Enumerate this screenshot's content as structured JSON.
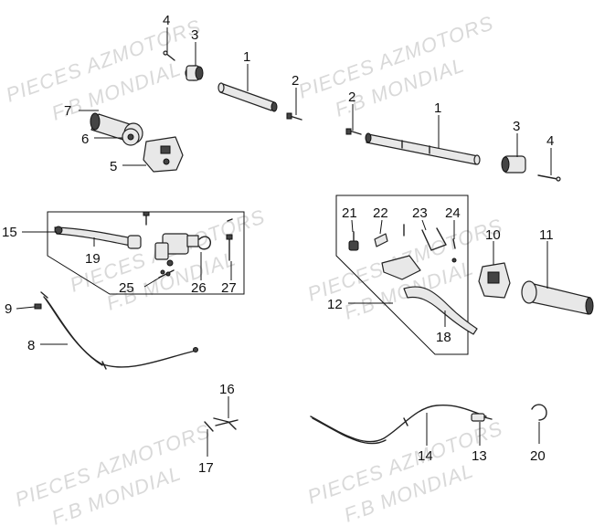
{
  "watermarks": [
    "PIECES AZMOTORS",
    "F.B MONDIAL"
  ],
  "callouts": {
    "c1a": "1",
    "c1b": "1",
    "c2a": "2",
    "c2b": "2",
    "c3a": "3",
    "c3b": "3",
    "c4a": "4",
    "c4b": "4",
    "c5": "5",
    "c6": "6",
    "c7": "7",
    "c8": "8",
    "c9": "9",
    "c10": "10",
    "c11": "11",
    "c12": "12",
    "c13": "13",
    "c14": "14",
    "c15": "15",
    "c16": "16",
    "c17": "17",
    "c18": "18",
    "c19": "19",
    "c20": "20",
    "c21": "21",
    "c22": "22",
    "c23": "23",
    "c24": "24",
    "c25": "25",
    "c26": "26",
    "c27": "27"
  }
}
